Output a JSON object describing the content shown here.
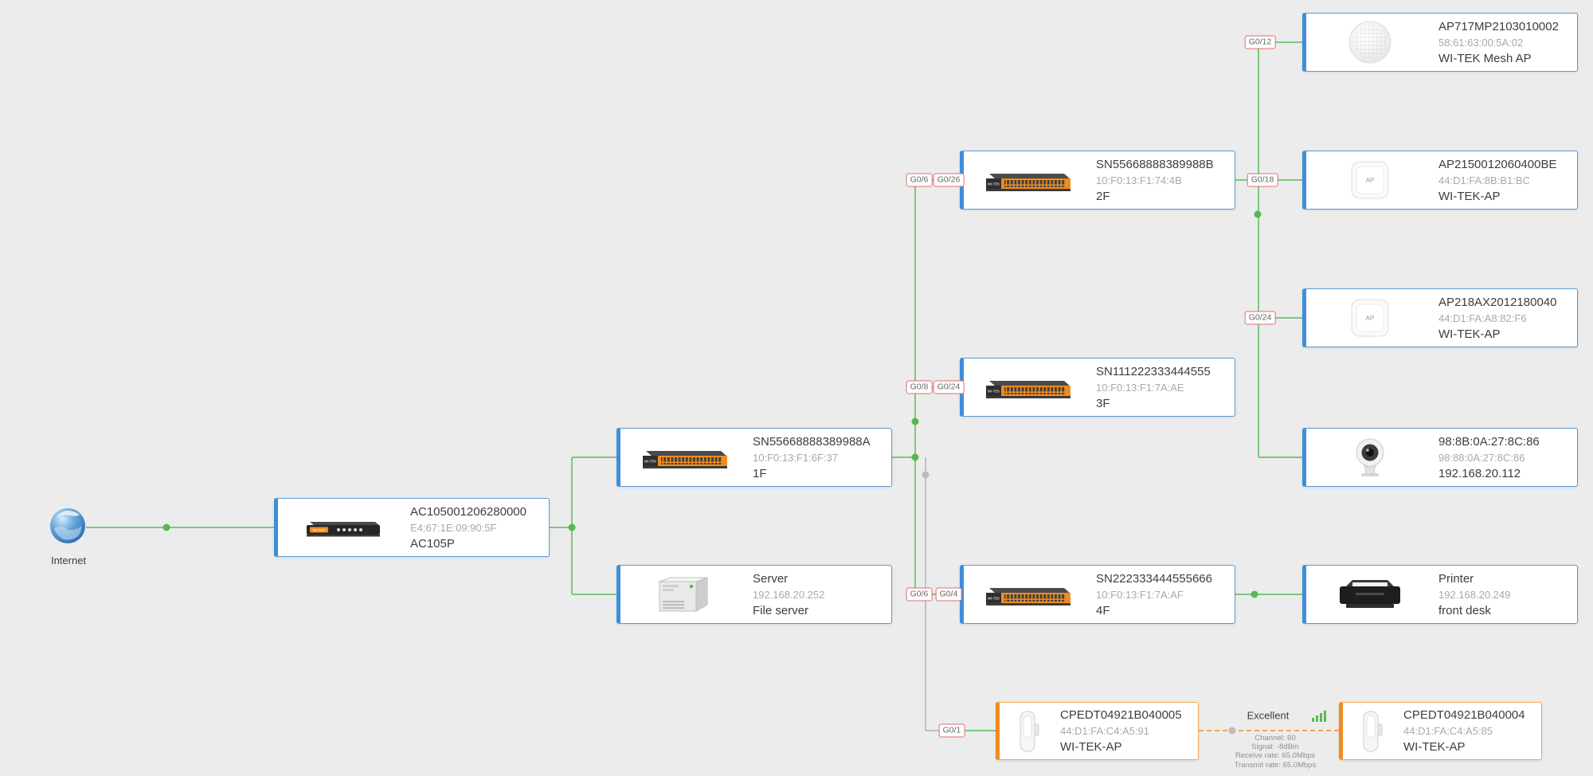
{
  "internet": {
    "label": "Internet"
  },
  "nodes": {
    "ac": {
      "title": "AC105001206280000",
      "sub": "E4:67:1E:09:90:5F",
      "caption": "AC105P"
    },
    "sw1f": {
      "title": "SN55668888389988A",
      "sub": "10:F0:13:F1:6F:37",
      "caption": "1F"
    },
    "server": {
      "title": "Server",
      "sub": "192.168.20.252",
      "caption": "File server"
    },
    "sw2f": {
      "title": "SN55668888389988B",
      "sub": "10:F0:13:F1:74:4B",
      "caption": "2F"
    },
    "sw3f": {
      "title": "SN111222333444555",
      "sub": "10:F0:13:F1:7A:AE",
      "caption": "3F"
    },
    "sw4f": {
      "title": "SN222333444555666",
      "sub": "10:F0:13:F1:7A:AF",
      "caption": "4F"
    },
    "mesh_ap": {
      "title": "AP717MP2103010002",
      "sub": "58:61:63:00:5A:02",
      "caption": "WI-TEK Mesh AP"
    },
    "ap215": {
      "title": "AP2150012060400BE",
      "sub": "44:D1:FA:8B:B1:BC",
      "caption": "WI-TEK-AP"
    },
    "ap218": {
      "title": "AP218AX2012180040",
      "sub": "44:D1:FA:A8:82:F6",
      "caption": "WI-TEK-AP"
    },
    "camera": {
      "title": "98:8B:0A:27:8C:86",
      "sub": "98:88:0A:27:8C:86",
      "caption": "192.168.20.112"
    },
    "printer": {
      "title": "Printer",
      "sub": "192.168.20.249",
      "caption": "front desk"
    },
    "cpe5": {
      "title": "CPEDT04921B040005",
      "sub": "44:D1:FA:C4:A5:91",
      "caption": "WI-TEK-AP"
    },
    "cpe4": {
      "title": "CPEDT04921B040004",
      "sub": "44:D1:FA:C4:A5:85",
      "caption": "WI-TEK-AP"
    }
  },
  "ports": {
    "g0_12": "G0/12",
    "g0_6_2f": "G0/6",
    "g0_26_2f": "G0/26",
    "g0_18": "G0/18",
    "g0_24_right": "G0/24",
    "g0_8_3f": "G0/8",
    "g0_24_3f": "G0/24",
    "g0_6_4f": "G0/6",
    "g0_4_4f": "G0/4",
    "g0_1": "G0/1"
  },
  "wireless_link": {
    "rating": "Excellent",
    "channel": "Channel: 60",
    "signal": "Signal: -8dBm",
    "receive": "Receive rate: 65.0Mbps",
    "transmit": "Transmit rate: 65.0Mbps"
  },
  "icon_labels": {
    "ap": "AP",
    "witek": "WI-TEK"
  },
  "colors": {
    "link_up": "#7dc87d",
    "link_idle": "#c2c2c2",
    "wireless_link": "#f2a65a",
    "node_border": "#3e8ed8",
    "cpe_border": "#f08c1e",
    "port_border": "#e06c6c",
    "dot_up": "#53b953",
    "dot_idle": "#bdbdbd"
  }
}
